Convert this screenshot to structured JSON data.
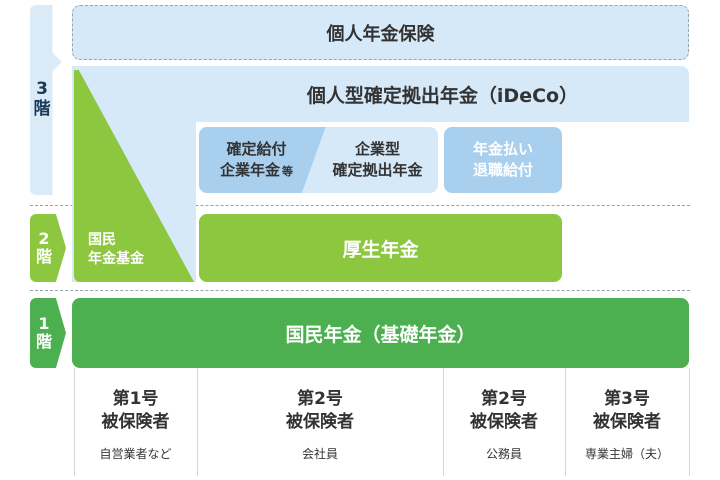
{
  "floors": {
    "f3": {
      "num": "3",
      "unit": "階"
    },
    "f2": {
      "num": "2",
      "unit": "階"
    },
    "f1": {
      "num": "1",
      "unit": "階"
    }
  },
  "boxes": {
    "private_pension": "個人年金保険",
    "ideco": "個人型確定拠出年金（iDeCo）",
    "db_line1": "確定給付",
    "db_line2": "企業年金",
    "db_suffix": "等",
    "dc_line1": "企業型",
    "dc_line2": "確定拠出年金",
    "civil_line1": "年金払い",
    "civil_line2": "退職給付",
    "national_fund_line1": "国民",
    "national_fund_line2": "年金基金",
    "employee_pension": "厚生年金",
    "national_pension": "国民年金（基礎年金）"
  },
  "columns": [
    {
      "line1": "第1号",
      "line2": "被保険者",
      "example": "自営業者など"
    },
    {
      "line1": "第2号",
      "line2": "被保険者",
      "example": "会社員"
    },
    {
      "line1": "第2号",
      "line2": "被保険者",
      "example": "公務員"
    },
    {
      "line1": "第3号",
      "line2": "被保険者",
      "example": "専業主婦（夫）"
    }
  ],
  "colors": {
    "light_blue": "#d6e9f8",
    "mid_blue": "#a8cfee",
    "light_green": "#8dc63f",
    "dark_green": "#4cb050",
    "floor_tab_light": "#dbeaf7",
    "text": "#333333"
  }
}
